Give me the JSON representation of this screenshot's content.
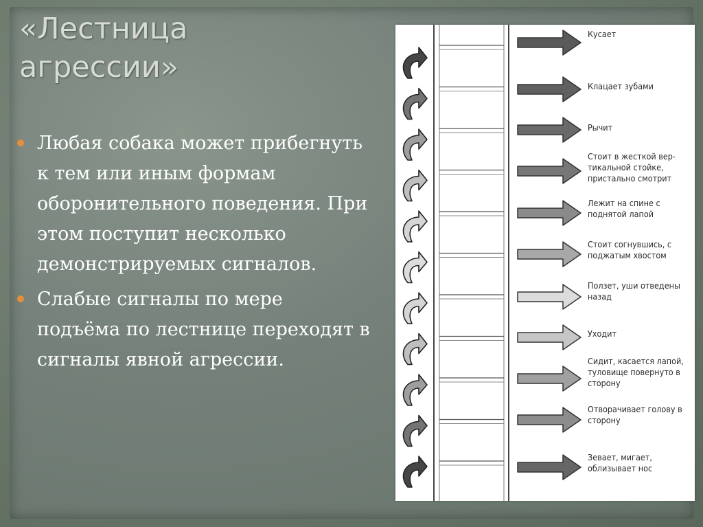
{
  "slide": {
    "title_line1": "«Лестница",
    "title_line2": "агрессии»",
    "bullets": [
      "Любая собака может прибегнуть к тем или иным формам оборонительного поведения. При этом поступит несколько демонстрируемых сигналов.",
      "Слабые сигналы по мере подъёма по лестнице переходят в сигналы явной агрессии."
    ],
    "bullet_color": "#e58f3c",
    "text_color": "#ffffff",
    "title_color": "#d6dbd4",
    "background_color": "#6f7c71"
  },
  "ladder": {
    "signals": [
      {
        "label": "Кусает",
        "shade": "#5a5a5a"
      },
      {
        "label": "Клацает зубами",
        "shade": "#606060"
      },
      {
        "label": "Рычит",
        "shade": "#6a6a6a"
      },
      {
        "label": "Стоит в жесткой вер-тикальной стойке, пристально смотрит",
        "shade": "#777777"
      },
      {
        "label": "Лежит на спине с поднятой лапой",
        "shade": "#8a8a8a"
      },
      {
        "label": "Стоит согнувшись, с поджатым хвостом",
        "shade": "#a8a8a8"
      },
      {
        "label": "Ползет, уши отведены назад",
        "shade": "#dcdcdc"
      },
      {
        "label": "Уходит",
        "shade": "#c6c6c6"
      },
      {
        "label": "Сидит, касается лапой, туловище повернуто в сторону",
        "shade": "#a0a0a0"
      },
      {
        "label": "Отворачивает голову в сторону",
        "shade": "#8c8c8c"
      },
      {
        "label": "Зевает, мигает, облизывает нос",
        "shade": "#666666"
      }
    ],
    "curl_arrow_count": 11,
    "rung_count": 11
  }
}
